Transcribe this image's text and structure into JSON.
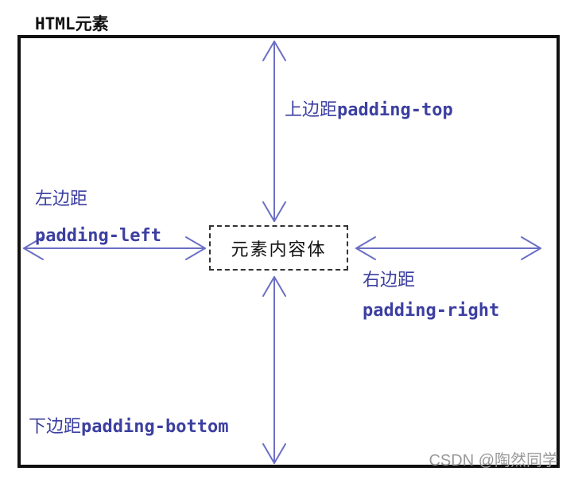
{
  "title": "HTML元素",
  "content_box": {
    "label": "元素内容体"
  },
  "labels": {
    "top": {
      "cn": "上边距",
      "en": "padding-top"
    },
    "left": {
      "cn": "左边距",
      "en": "padding-left"
    },
    "right": {
      "cn": "右边距",
      "en": "padding-right"
    },
    "bottom": {
      "cn": "下边距",
      "en": "padding-bottom"
    }
  },
  "watermark": "CSDN @陶然同学",
  "colors": {
    "arrow": "#6a6fc4",
    "label": "#3c3fa0",
    "border": "#111111"
  }
}
